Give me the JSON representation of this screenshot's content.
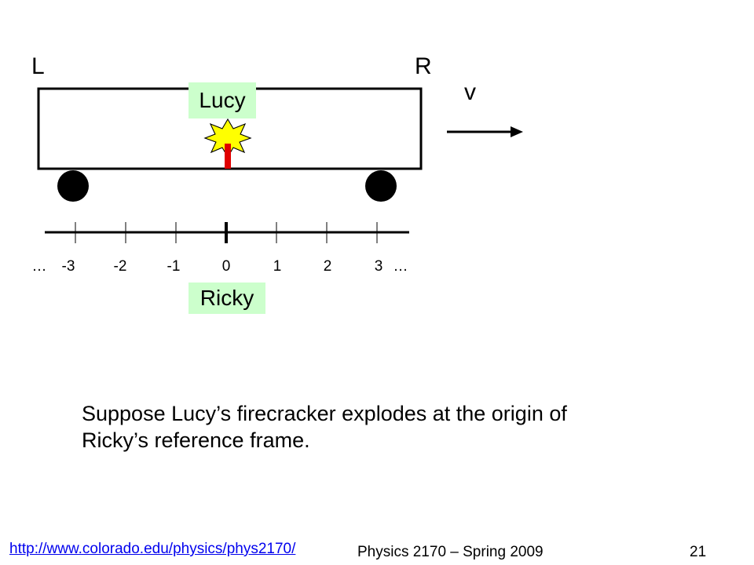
{
  "diagram": {
    "left_end_label": "L",
    "right_end_label": "R",
    "velocity_label": "v",
    "train_rider": "Lucy",
    "ground_observer": "Ricky",
    "axis": {
      "ellipsis_left": "…",
      "ellipsis_right": "…",
      "ticks": [
        "-3",
        "-2",
        "-1",
        "0",
        "1",
        "2",
        "3"
      ]
    },
    "colors": {
      "name_box": "#ccffcc",
      "firecracker_burst": "#ffff00",
      "firecracker_stick": "#e00000"
    },
    "icons": [
      "train-car",
      "wheel",
      "firecracker-explosion",
      "velocity-arrow"
    ]
  },
  "caption": {
    "line1": "Suppose Lucy’s firecracker explodes at the origin of",
    "line2": "Ricky’s reference frame."
  },
  "footer": {
    "url": "http://www.colorado.edu/physics/phys2170/",
    "course": "Physics 2170 – Spring 2009",
    "slide_number": "21"
  }
}
